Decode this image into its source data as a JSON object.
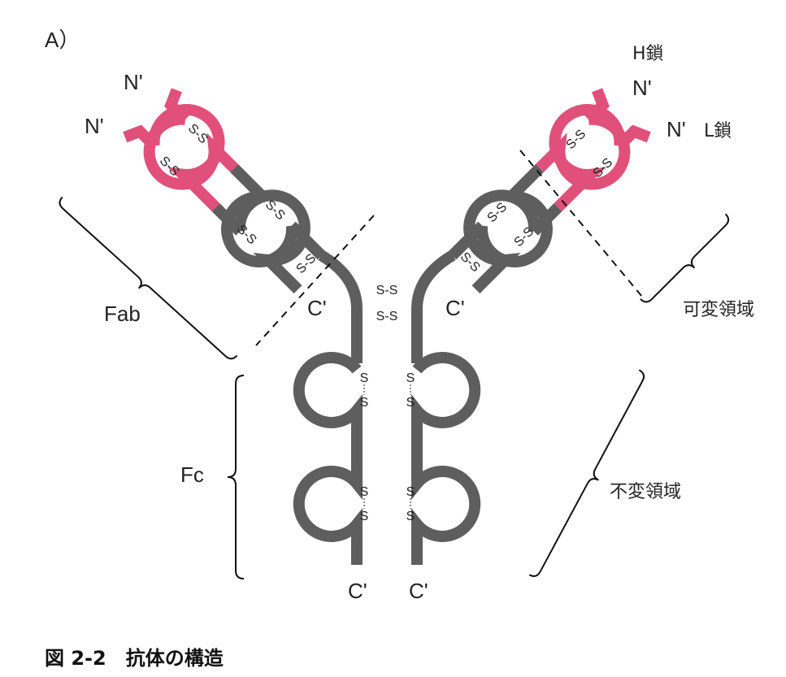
{
  "panel_label": "A）",
  "chain_labels": {
    "heavy": "H鎖",
    "light": "L鎖"
  },
  "termini": {
    "n": "N'",
    "c": "C'"
  },
  "disulfide": "S-S",
  "disulfide_vertical": {
    "top": "S",
    "bottom": "S"
  },
  "regions": {
    "fab": "Fab",
    "fc": "Fc",
    "variable": "可変領域",
    "constant": "不変領域"
  },
  "caption": "図 2-2　抗体の構造",
  "colors": {
    "constant_chain": "#5e5e5e",
    "variable_chain": "#e0507a"
  }
}
